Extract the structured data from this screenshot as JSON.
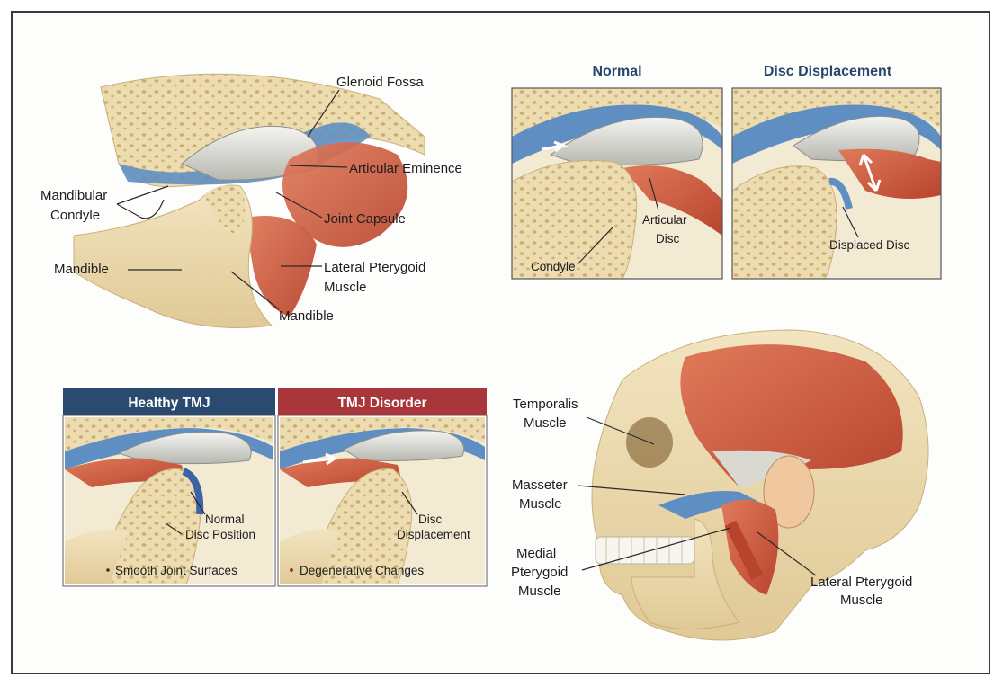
{
  "top_left": {
    "glenoid_fossa": "Glenoid Fossa",
    "articular_eminence": "Articular Eminence",
    "mandibular_condyle_1": "Mandibular",
    "mandibular_condyle_2": "Condyle",
    "joint_capsule": "Joint Capsule",
    "mandible_left": "Mandible",
    "lateral_pterygoid_1": "Lateral Pterygoid",
    "lateral_pterygoid_2": "Muscle",
    "mandible_bottom": "Mandible"
  },
  "top_right": {
    "normal_title": "Normal",
    "displacement_title": "Disc Displacement",
    "articular_disc_1": "Articular",
    "articular_disc_2": "Disc",
    "condyle": "Condyle",
    "displaced_disc": "Displaced Disc"
  },
  "bottom_left": {
    "healthy_header": "Healthy TMJ",
    "disorder_header": "TMJ Disorder",
    "normal_disc_1": "Normal",
    "normal_disc_2": "Disc Position",
    "disc_disp_1": "Disc",
    "disc_disp_2": "Displacement",
    "healthy_caption": "Smooth Joint Surfaces",
    "disorder_caption": "Degenerative Changes",
    "healthy_color": "#2b4a6f",
    "disorder_color": "#a8363b"
  },
  "skull": {
    "temporalis_1": "Temporalis",
    "temporalis_2": "Muscle",
    "masseter_1": "Masseter",
    "masseter_2": "Muscle",
    "medial_1": "Medial",
    "medial_2": "Pterygoid",
    "medial_3": "Muscle",
    "lateral_1": "Lateral Pterygoid",
    "lateral_2": "Muscle"
  }
}
